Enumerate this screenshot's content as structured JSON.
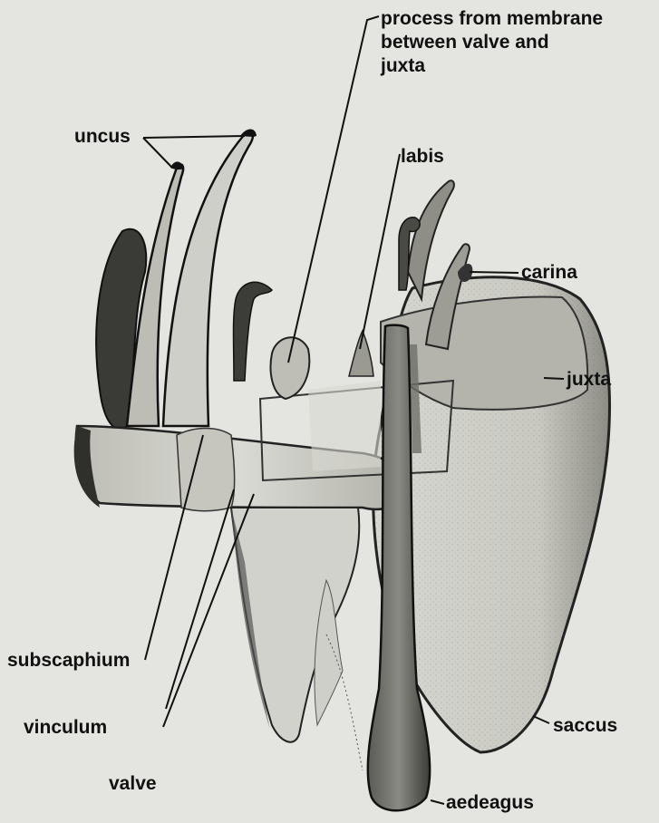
{
  "diagram": {
    "labels": {
      "process": [
        "process from membrane",
        "between valve and",
        "juxta"
      ],
      "uncus": "uncus",
      "labis": "labis",
      "carina": "carina",
      "juxta": "juxta",
      "subscaphium": "subscaphium",
      "vinculum": "vinculum",
      "valve": "valve",
      "saccus": "saccus",
      "aedeagus": "aedeagus"
    },
    "colors": {
      "background": "#e4e4e0",
      "ink": "#111111",
      "shade_light": "#cfcfc9",
      "shade_mid": "#a9a9a2",
      "shade_dark": "#3a3a36"
    }
  }
}
